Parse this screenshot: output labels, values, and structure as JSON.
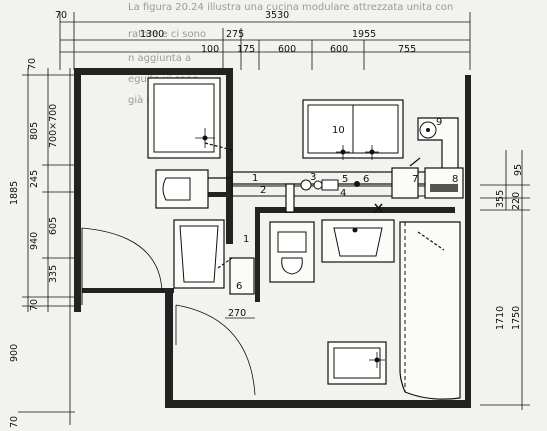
{
  "background_text": [
    "La figura 20.24 illustra una cucina modulare attrezzata unita con",
    "ratore e ci sono",
    "n aggiunta a",
    "eguito vi sono",
    "già re"
  ],
  "dimensions_top": {
    "d70": "70",
    "d3530": "3530",
    "d1300": "1300",
    "d275": "275",
    "d1955": "1955",
    "d100": "100",
    "d175": "175",
    "d600a": "600",
    "d600b": "600",
    "d755": "755"
  },
  "dimensions_left": {
    "d70a": "70",
    "d805": "805",
    "d700x700": "700×700",
    "d1885": "1885",
    "d245": "245",
    "d940": "940",
    "d605": "605",
    "d335": "335",
    "d70b": "70",
    "d900": "900",
    "d70c": "70"
  },
  "dimensions_right": {
    "d95": "95",
    "d355": "355",
    "d220": "220",
    "d1710": "1710",
    "d1750": "1750"
  },
  "dimensions_inner": {
    "d270": "270"
  },
  "labels": {
    "n1a": "1",
    "n2": "2",
    "n3": "3",
    "n4": "4",
    "n5": "5",
    "n6a": "6",
    "n7": "7",
    "n8": "8",
    "n9": "9",
    "n10": "10",
    "n1b": "1",
    "n6b": "6"
  }
}
